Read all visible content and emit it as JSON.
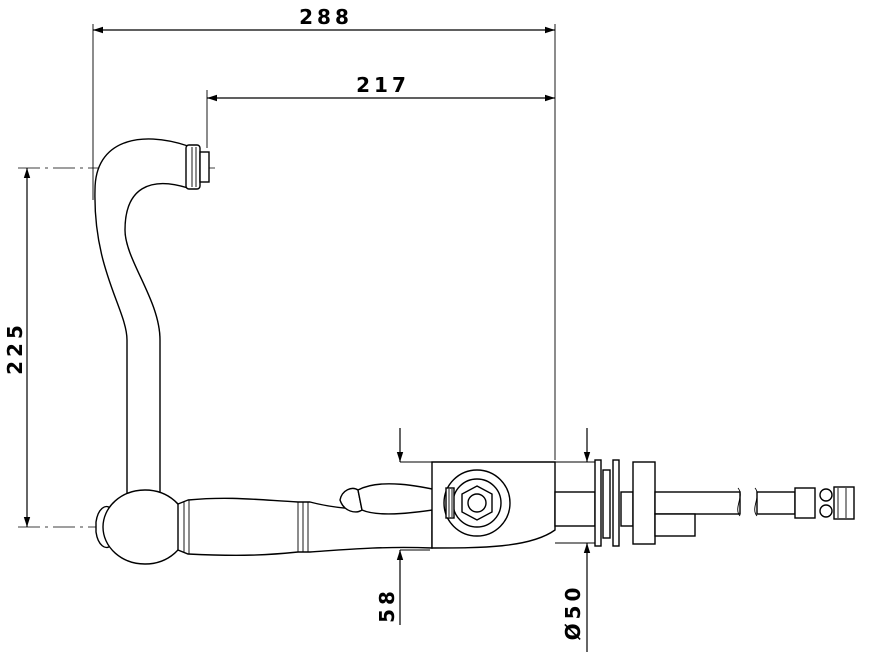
{
  "drawing": {
    "dimensions": {
      "overall_length": "288",
      "spout_reach": "217",
      "spout_height": "225",
      "body_height": "58",
      "mounting_diameter": "Ø50"
    }
  }
}
